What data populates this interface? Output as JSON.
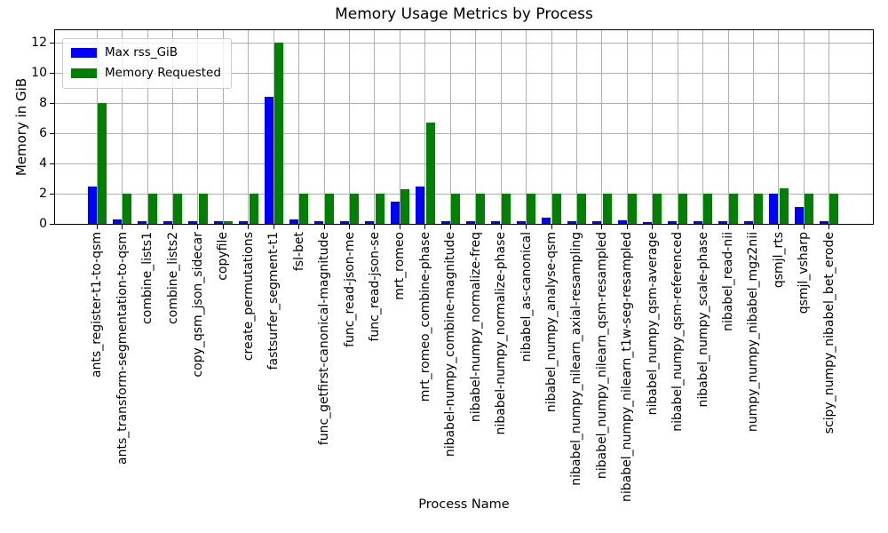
{
  "chart_data": {
    "type": "bar",
    "title": "Memory Usage Metrics by Process",
    "xlabel": "Process Name",
    "ylabel": "Memory in GiB",
    "categories": [
      "ants_register-t1-to-qsm",
      "ants_transform-segmentation-to-qsm",
      "combine_lists1",
      "combine_lists2",
      "copy_qsm_json_sidecar",
      "copyfile",
      "create_permutations",
      "fastsurfer_segment-t1",
      "fsl-bet",
      "func_getfirst-canonical-magnitude",
      "func_read-json-me",
      "func_read-json-se",
      "mrt_romeo",
      "mrt_romeo_combine-phase",
      "nibabel-numpy_combine-magnitude",
      "nibabel-numpy_normalize-freq",
      "nibabel-numpy_normalize-phase",
      "nibabel_as-canonical",
      "nibabel_numpy_analyse-qsm",
      "nibabel_numpy_nilearn_axial-resampling",
      "nibabel_numpy_nilearn_qsm-resampled",
      "nibabel_numpy_nilearn_t1w-seg-resampled",
      "nibabel_numpy_qsm-average",
      "nibabel_numpy_qsm-referenced",
      "nibabel_numpy_scale-phase",
      "nibabel_read-nii",
      "numpy_numpy_nibabel_mgz2nii",
      "qsmjl_rts",
      "qsmjl_vsharp",
      "scipy_numpy_nibabel_bet_erode"
    ],
    "series": [
      {
        "name": "Max rss_GiB",
        "color": "#0000ff",
        "values": [
          2.45,
          0.3,
          0.15,
          0.2,
          0.15,
          0.2,
          0.2,
          8.4,
          0.3,
          0.15,
          0.15,
          0.15,
          1.5,
          2.5,
          0.2,
          0.15,
          0.2,
          0.15,
          0.4,
          0.15,
          0.15,
          0.25,
          0.12,
          0.15,
          0.2,
          0.15,
          0.15,
          2.0,
          1.1,
          0.2
        ]
      },
      {
        "name": "Memory Requested",
        "color": "#008000",
        "values": [
          8.0,
          2.0,
          2.0,
          2.0,
          2.0,
          0.2,
          2.0,
          12.0,
          2.0,
          2.0,
          2.0,
          2.0,
          2.3,
          6.7,
          2.0,
          2.0,
          2.0,
          2.0,
          2.0,
          2.0,
          2.0,
          2.0,
          2.0,
          2.0,
          2.0,
          2.0,
          2.0,
          2.35,
          2.0,
          2.0
        ]
      }
    ],
    "ylim": [
      0,
      12.83
    ],
    "yticks": [
      0,
      2,
      4,
      6,
      8,
      10,
      12
    ],
    "grid": true,
    "grid_color": "#b0b0b0",
    "legend_position": "upper left",
    "background": "#ffffff"
  }
}
